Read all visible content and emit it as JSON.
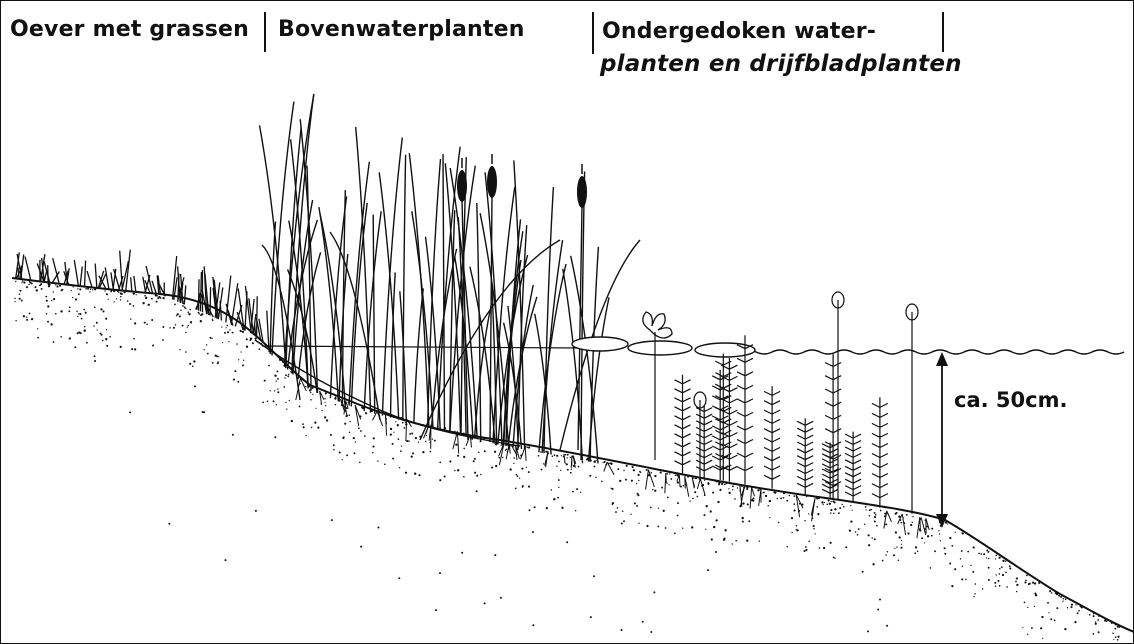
{
  "zones": {
    "bank": "Oever met grassen",
    "emergent": "Bovenwaterplanten",
    "submerged_line1": "Ondergedoken water-",
    "submerged_line2": "planten en drijfbladplanten"
  },
  "depth_annotation": "ca. 50cm.",
  "colors": {
    "ink": "#111111",
    "paper": "#ffffff"
  }
}
